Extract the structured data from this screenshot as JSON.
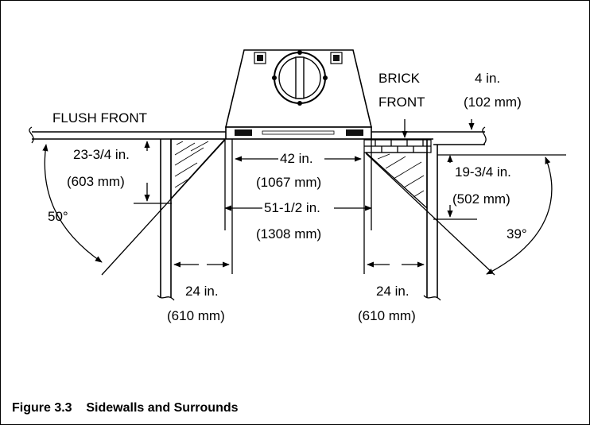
{
  "labels": {
    "flush_front": "FLUSH FRONT",
    "brick_front_line1": "BRICK",
    "brick_front_line2": "FRONT",
    "hearth_height": "4 in.",
    "hearth_height_mm": "(102 mm)",
    "left_depth": "23-3/4 in.",
    "left_depth_mm": "(603 mm)",
    "left_angle": "50°",
    "opening_width": "42 in.",
    "opening_width_mm": "(1067 mm)",
    "overall_width": "51-1/2 in.",
    "overall_width_mm": "(1308 mm)",
    "right_depth": "19-3/4 in.",
    "right_depth_mm": "(502 mm)",
    "right_angle": "39°",
    "left_clearance": "24 in.",
    "left_clearance_mm": "(610 mm)",
    "right_clearance": "24 in.",
    "right_clearance_mm": "(610 mm)"
  },
  "caption": {
    "number": "Figure 3.3",
    "title": "Sidewalls and Surrounds"
  }
}
